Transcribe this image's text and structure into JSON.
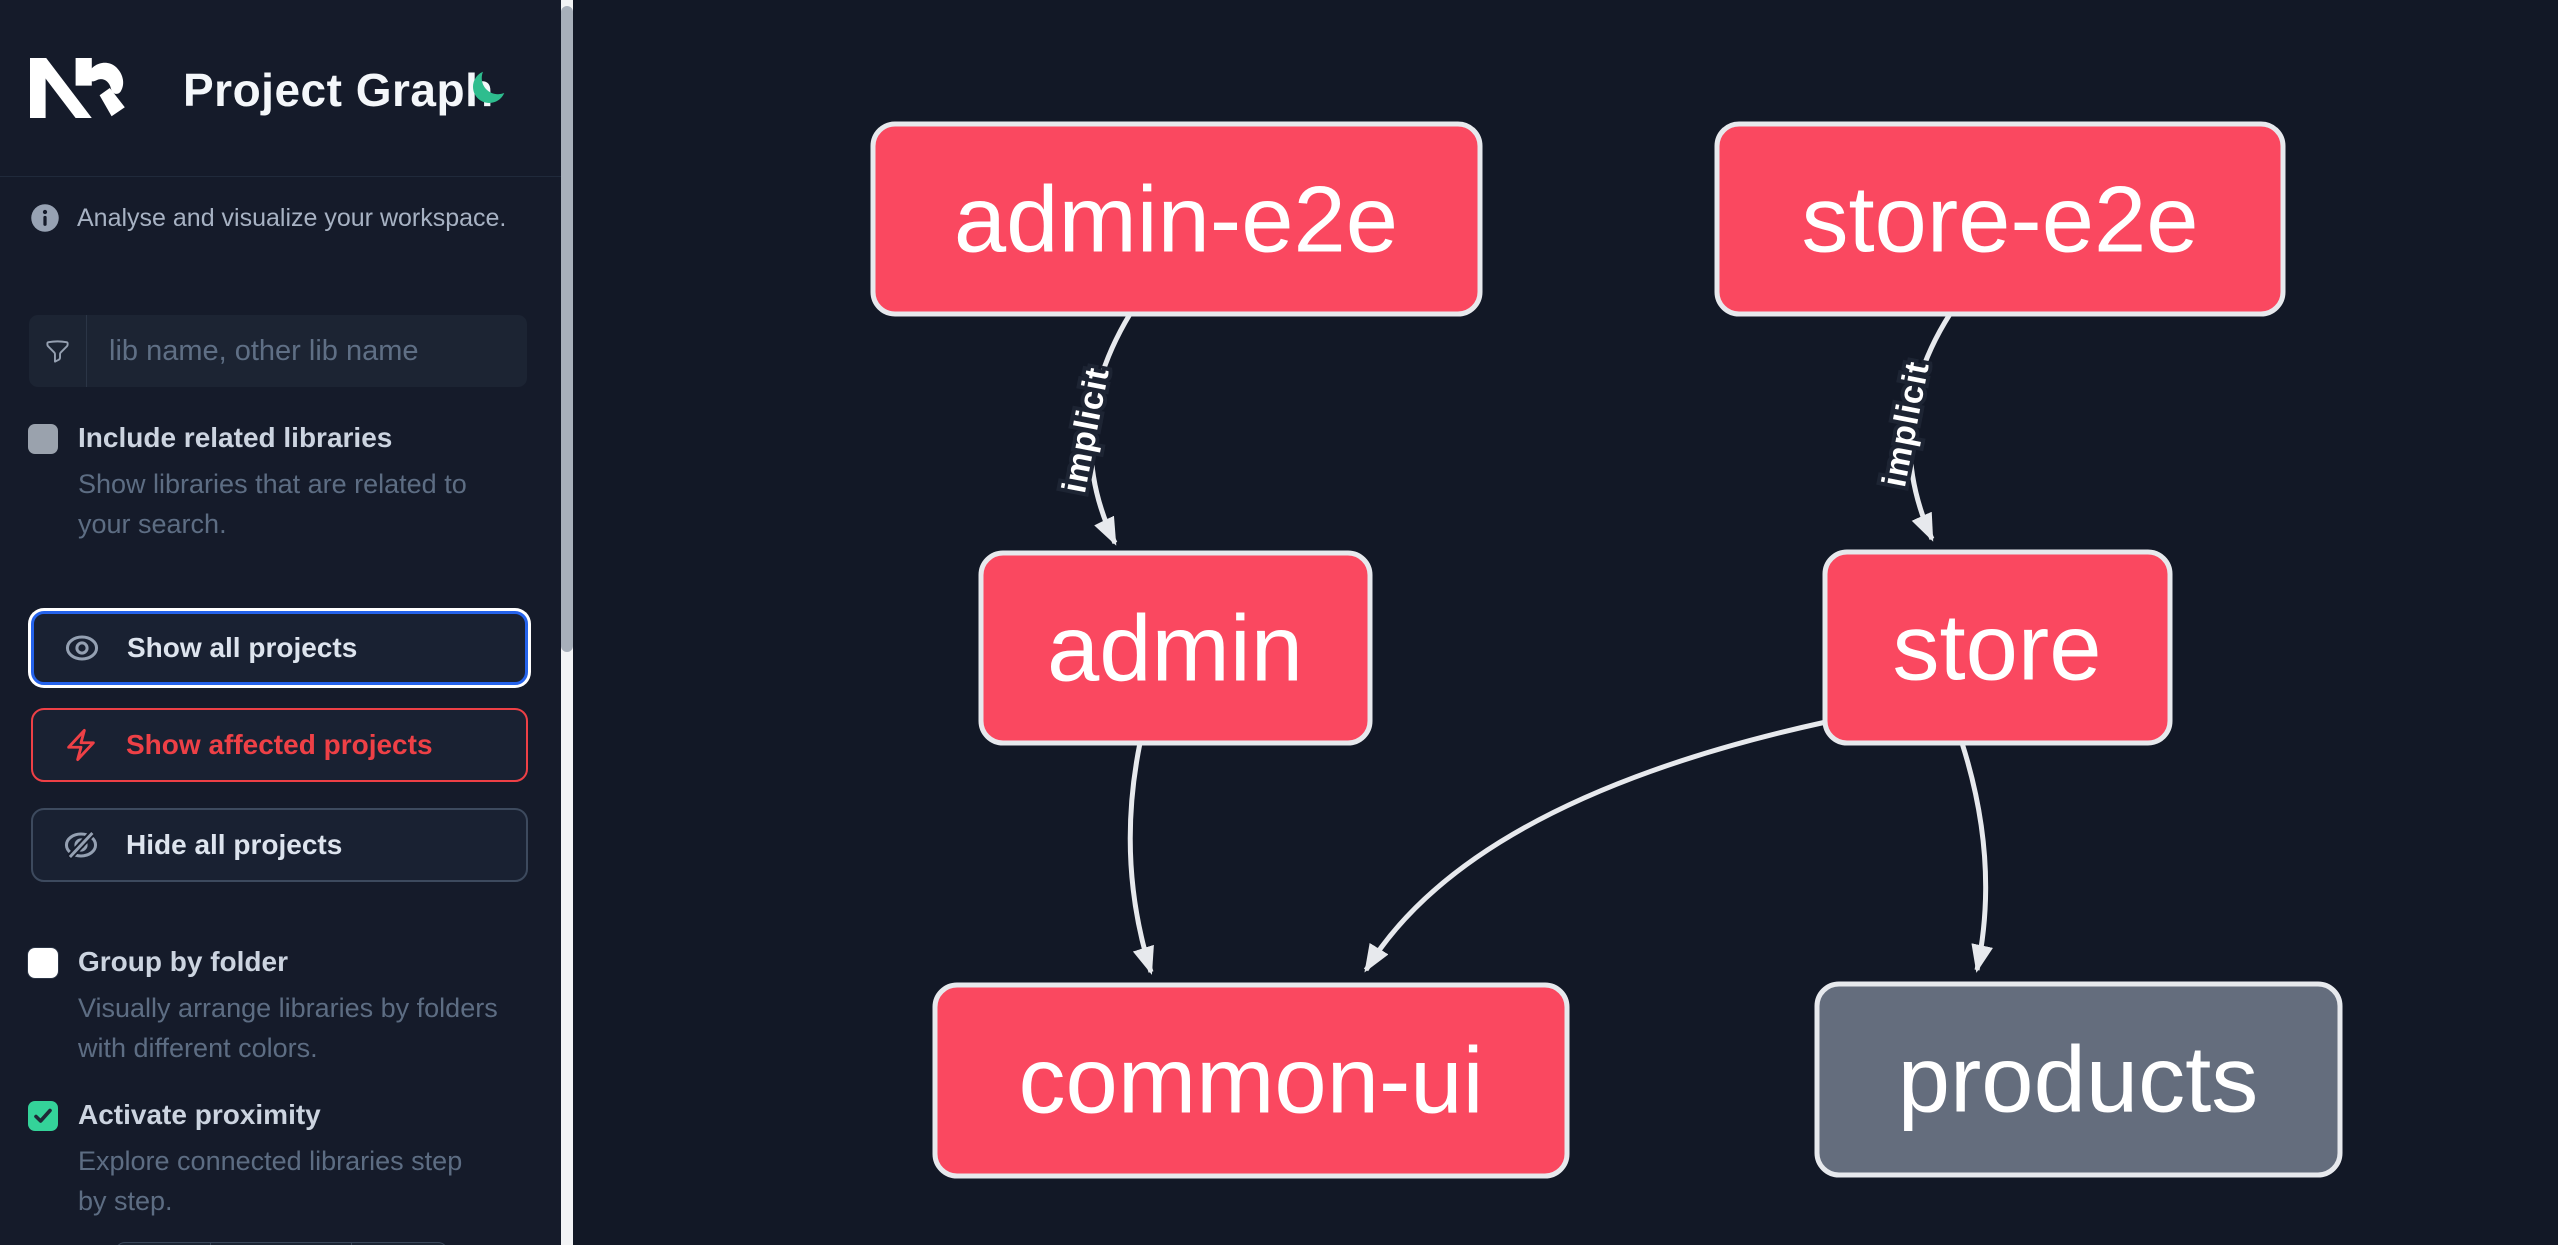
{
  "header": {
    "app_name": "Nx",
    "title": "Project Graph",
    "theme_icon": "moon-icon"
  },
  "sidebar": {
    "tagline": "Analyse and visualize your workspace.",
    "search": {
      "placeholder": "lib name, other lib name",
      "value": "",
      "icon": "funnel-icon"
    },
    "toggles": [
      {
        "label": "Include related libraries",
        "description": "Show libraries that are related to your search.",
        "checked": false,
        "disabled": true
      },
      {
        "label": "Group by folder",
        "description": "Visually arrange libraries by folders with different colors.",
        "checked": false,
        "disabled": false
      },
      {
        "label": "Activate proximity",
        "description": "Explore connected libraries step by step.",
        "checked": true,
        "disabled": false
      }
    ],
    "buttons": [
      {
        "label": "Show all projects",
        "icon": "eye-icon",
        "state": "focused"
      },
      {
        "label": "Show affected projects",
        "icon": "bolt-icon",
        "state": "affected"
      },
      {
        "label": "Hide all projects",
        "icon": "eye-slash-icon",
        "state": "default"
      }
    ]
  },
  "graph": {
    "nodes": [
      {
        "id": "admin-e2e",
        "label": "admin-e2e",
        "type": "app"
      },
      {
        "id": "store-e2e",
        "label": "store-e2e",
        "type": "app"
      },
      {
        "id": "admin",
        "label": "admin",
        "type": "app"
      },
      {
        "id": "store",
        "label": "store",
        "type": "app"
      },
      {
        "id": "common-ui",
        "label": "common-ui",
        "type": "lib"
      },
      {
        "id": "products",
        "label": "products",
        "type": "lib-unfocused"
      }
    ],
    "edges": [
      {
        "source": "admin-e2e",
        "target": "admin",
        "label": "implicit"
      },
      {
        "source": "store-e2e",
        "target": "store",
        "label": "implicit"
      },
      {
        "source": "admin",
        "target": "common-ui",
        "label": ""
      },
      {
        "source": "store",
        "target": "common-ui",
        "label": ""
      },
      {
        "source": "store",
        "target": "products",
        "label": ""
      }
    ]
  },
  "fab": {
    "icon": "download-icon"
  },
  "colors": {
    "background": "#121826",
    "sidebar_background": "#151b2a",
    "node_pink": "#fa4860",
    "node_gray": "#646d7d",
    "node_border": "#e7e9ed",
    "edge": "#e7e9ed",
    "focus_blue": "#2563eb",
    "affected_red": "#ee4046",
    "checkbox_green": "#34d399",
    "moon_green": "#2ebd8e",
    "fab_green": "#36b189"
  }
}
